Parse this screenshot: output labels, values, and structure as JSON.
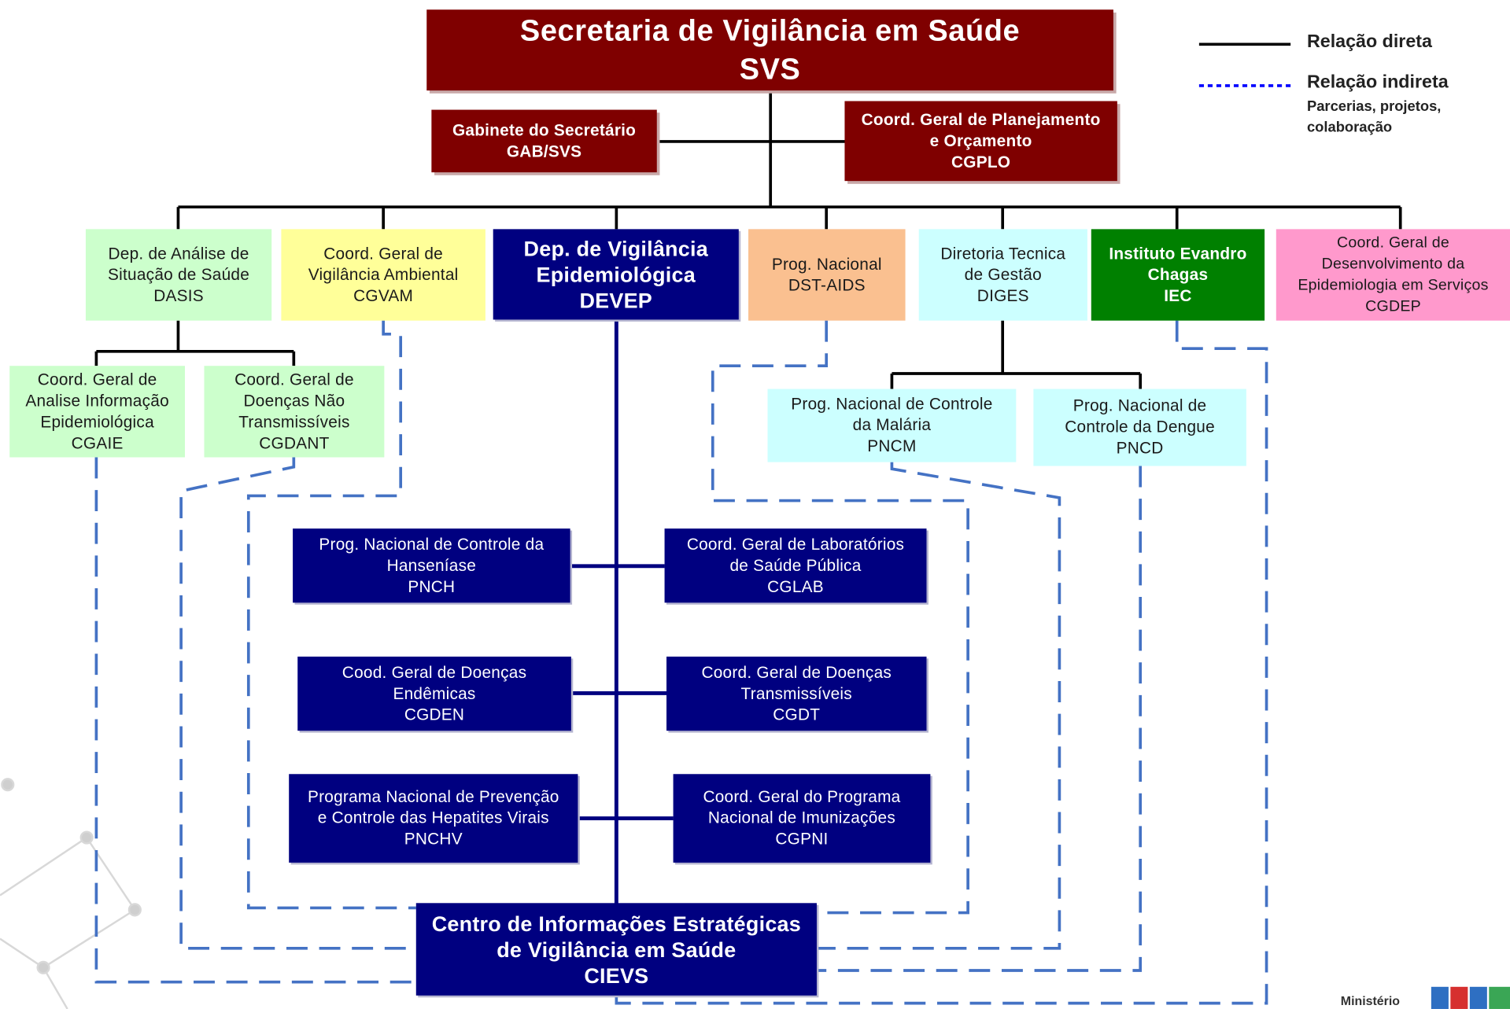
{
  "legend": {
    "direct_label": "Relação direta",
    "indirect_label": "Relação indireta",
    "indirect_sub_1": "Parcerias, projetos,",
    "indirect_sub_2": "colaboração"
  },
  "svs": {
    "line1": "Secretaria de Vigilância em Saúde",
    "line2": "SVS"
  },
  "gab": {
    "line1": "Gabinete do Secretário",
    "line2": "GAB/SVS"
  },
  "cgplo": {
    "line1": "Coord. Geral de Planejamento",
    "line2": "e Orçamento",
    "line3": "CGPLO"
  },
  "dasis": {
    "line1": "Dep. de Análise de",
    "line2": "Situação de Saúde",
    "line3": "DASIS"
  },
  "cgvam": {
    "line1": "Coord. Geral de",
    "line2": "Vigilância Ambiental",
    "line3": "CGVAM"
  },
  "devep": {
    "line1": "Dep. de Vigilância",
    "line2": "Epidemiológica",
    "line3": "DEVEP"
  },
  "dstaids": {
    "line1": "Prog. Nacional",
    "line2": "DST-AIDS"
  },
  "diges": {
    "line1": "Diretoria Tecnica",
    "line2": "de Gestão",
    "line3": "DIGES"
  },
  "iec": {
    "line1": "Instituto Evandro",
    "line2": "Chagas",
    "line3": "IEC"
  },
  "cgdep": {
    "line1": "Coord. Geral de",
    "line2": "Desenvolvimento da",
    "line3": "Epidemiologia em Serviços",
    "line4": "CGDEP"
  },
  "cgaie": {
    "line1": "Coord. Geral de",
    "line2": "Analise Informação",
    "line3": "Epidemiológica",
    "line4": "CGAIE"
  },
  "cgdant": {
    "line1": "Coord. Geral de",
    "line2": "Doenças Não",
    "line3": "Transmissíveis",
    "line4": "CGDANT"
  },
  "pncm": {
    "line1": "Prog. Nacional de Controle",
    "line2": "da Malária",
    "line3": "PNCM"
  },
  "pncd": {
    "line1": "Prog. Nacional de",
    "line2": "Controle da Dengue",
    "line3": "PNCD"
  },
  "pnch": {
    "line1": "Prog. Nacional de Controle da",
    "line2": "Hanseníase",
    "line3": "PNCH"
  },
  "cglab": {
    "line1": "Coord. Geral de Laboratórios",
    "line2": "de Saúde Pública",
    "line3": "CGLAB"
  },
  "cgden": {
    "line1": "Cood. Geral de Doenças",
    "line2": "Endêmicas",
    "line3": "CGDEN"
  },
  "cgdt": {
    "line1": "Coord. Geral de Doenças",
    "line2": "Transmissíveis",
    "line3": "CGDT"
  },
  "pnchv": {
    "line1": "Programa Nacional de Prevenção",
    "line2": "e Controle das Hepatites Virais",
    "line3": "PNCHV"
  },
  "cgpni": {
    "line1": "Coord. Geral do Programa",
    "line2": "Nacional de Imunizações",
    "line3": "CGPNI"
  },
  "cievs": {
    "line1": "Centro de Informações Estratégicas",
    "line2": "de Vigilância em Saúde",
    "line3": "CIEVS"
  },
  "footer": {
    "ministerio": "Ministério"
  },
  "colors": {
    "maroon": "#7f0000",
    "navy": "#000080",
    "dashed": "#4472c4"
  }
}
